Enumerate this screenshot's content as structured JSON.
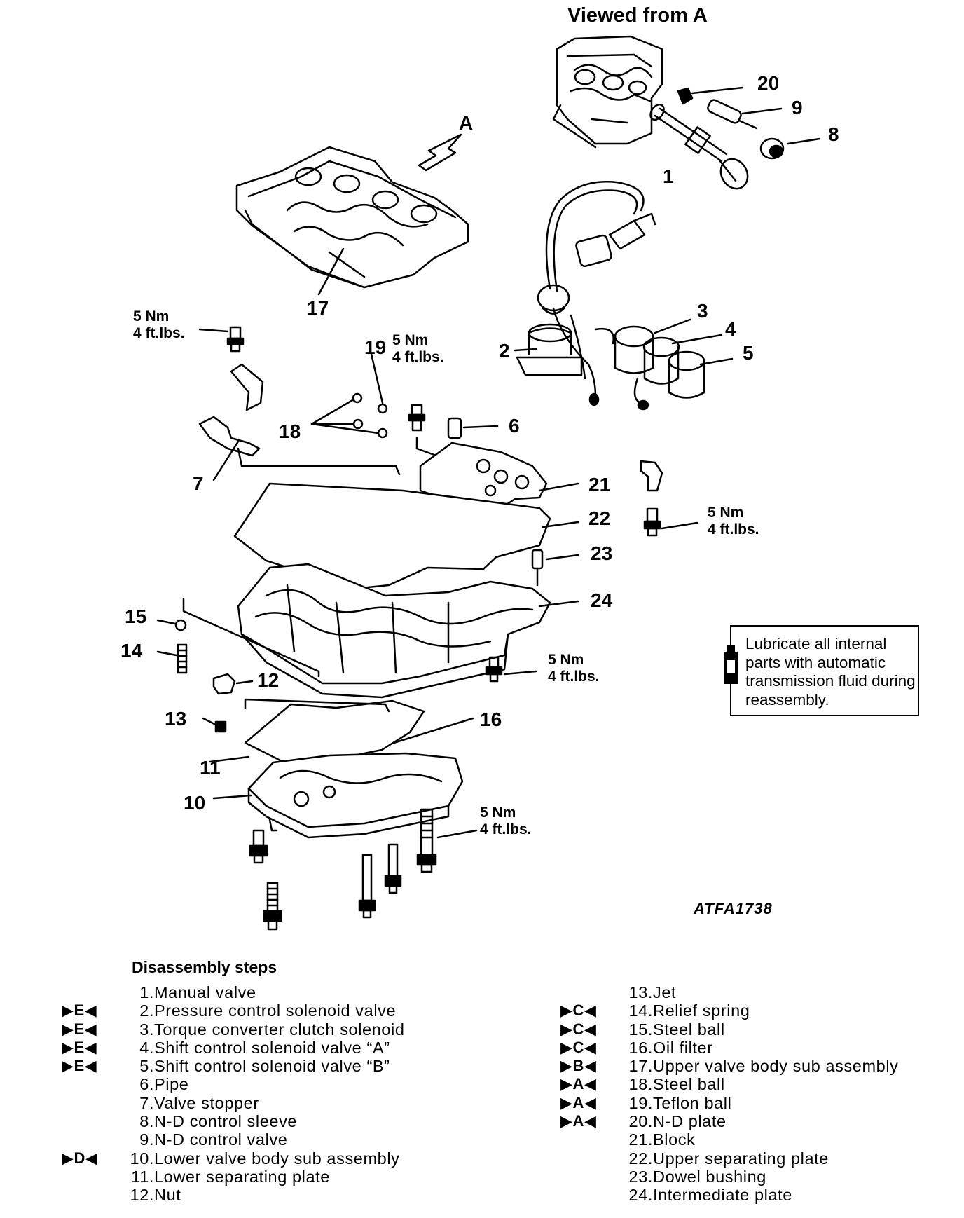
{
  "header": {
    "viewed_from": "Viewed from A",
    "view_arrow_letter": "A"
  },
  "figure_code": "ATFA1738",
  "torque": {
    "value": "5 Nm",
    "alt": "4 ft.lbs."
  },
  "note": {
    "text": "Lubricate all internal parts with automatic transmission fluid during reassembly.",
    "icon": "oil-bottle-icon"
  },
  "callouts": {
    "n1": "1",
    "n2": "2",
    "n3": "3",
    "n4": "4",
    "n5": "5",
    "n6": "6",
    "n7": "7",
    "n8": "8",
    "n9": "9",
    "n10": "10",
    "n11": "11",
    "n12": "12",
    "n13": "13",
    "n14": "14",
    "n15": "15",
    "n16": "16",
    "n17": "17",
    "n18": "18",
    "n19": "19",
    "n20": "20",
    "n21": "21",
    "n22": "22",
    "n23": "23",
    "n24": "24"
  },
  "steps": {
    "title": "Disassembly steps",
    "left": [
      {
        "mark": "",
        "num": "1.",
        "name": "Manual valve"
      },
      {
        "mark": "▶E◀",
        "num": "2.",
        "name": "Pressure control solenoid valve"
      },
      {
        "mark": "▶E◀",
        "num": "3.",
        "name": "Torque converter clutch solenoid"
      },
      {
        "mark": "▶E◀",
        "num": "4.",
        "name": "Shift control solenoid valve “A”"
      },
      {
        "mark": "▶E◀",
        "num": "5.",
        "name": "Shift control solenoid valve “B”"
      },
      {
        "mark": "",
        "num": "6.",
        "name": "Pipe"
      },
      {
        "mark": "",
        "num": "7.",
        "name": "Valve stopper"
      },
      {
        "mark": "",
        "num": "8.",
        "name": "N-D control sleeve"
      },
      {
        "mark": "",
        "num": "9.",
        "name": "N-D control valve"
      },
      {
        "mark": "▶D◀",
        "num": "10.",
        "name": "Lower valve body sub assembly"
      },
      {
        "mark": "",
        "num": "11.",
        "name": "Lower separating plate"
      },
      {
        "mark": "",
        "num": "12.",
        "name": "Nut"
      }
    ],
    "right": [
      {
        "mark": "",
        "num": "13.",
        "name": "Jet"
      },
      {
        "mark": "▶C◀",
        "num": "14.",
        "name": "Relief spring"
      },
      {
        "mark": "▶C◀",
        "num": "15.",
        "name": "Steel ball"
      },
      {
        "mark": "▶C◀",
        "num": "16.",
        "name": "Oil filter"
      },
      {
        "mark": "▶B◀",
        "num": "17.",
        "name": "Upper valve body sub assembly"
      },
      {
        "mark": "▶A◀",
        "num": "18.",
        "name": "Steel ball"
      },
      {
        "mark": "▶A◀",
        "num": "19.",
        "name": "Teflon ball"
      },
      {
        "mark": "▶A◀",
        "num": "20.",
        "name": "N-D plate"
      },
      {
        "mark": "",
        "num": "21.",
        "name": "Block"
      },
      {
        "mark": "",
        "num": "22.",
        "name": "Upper separating plate"
      },
      {
        "mark": "",
        "num": "23.",
        "name": "Dowel bushing"
      },
      {
        "mark": "",
        "num": "24.",
        "name": "Intermediate plate"
      }
    ]
  }
}
